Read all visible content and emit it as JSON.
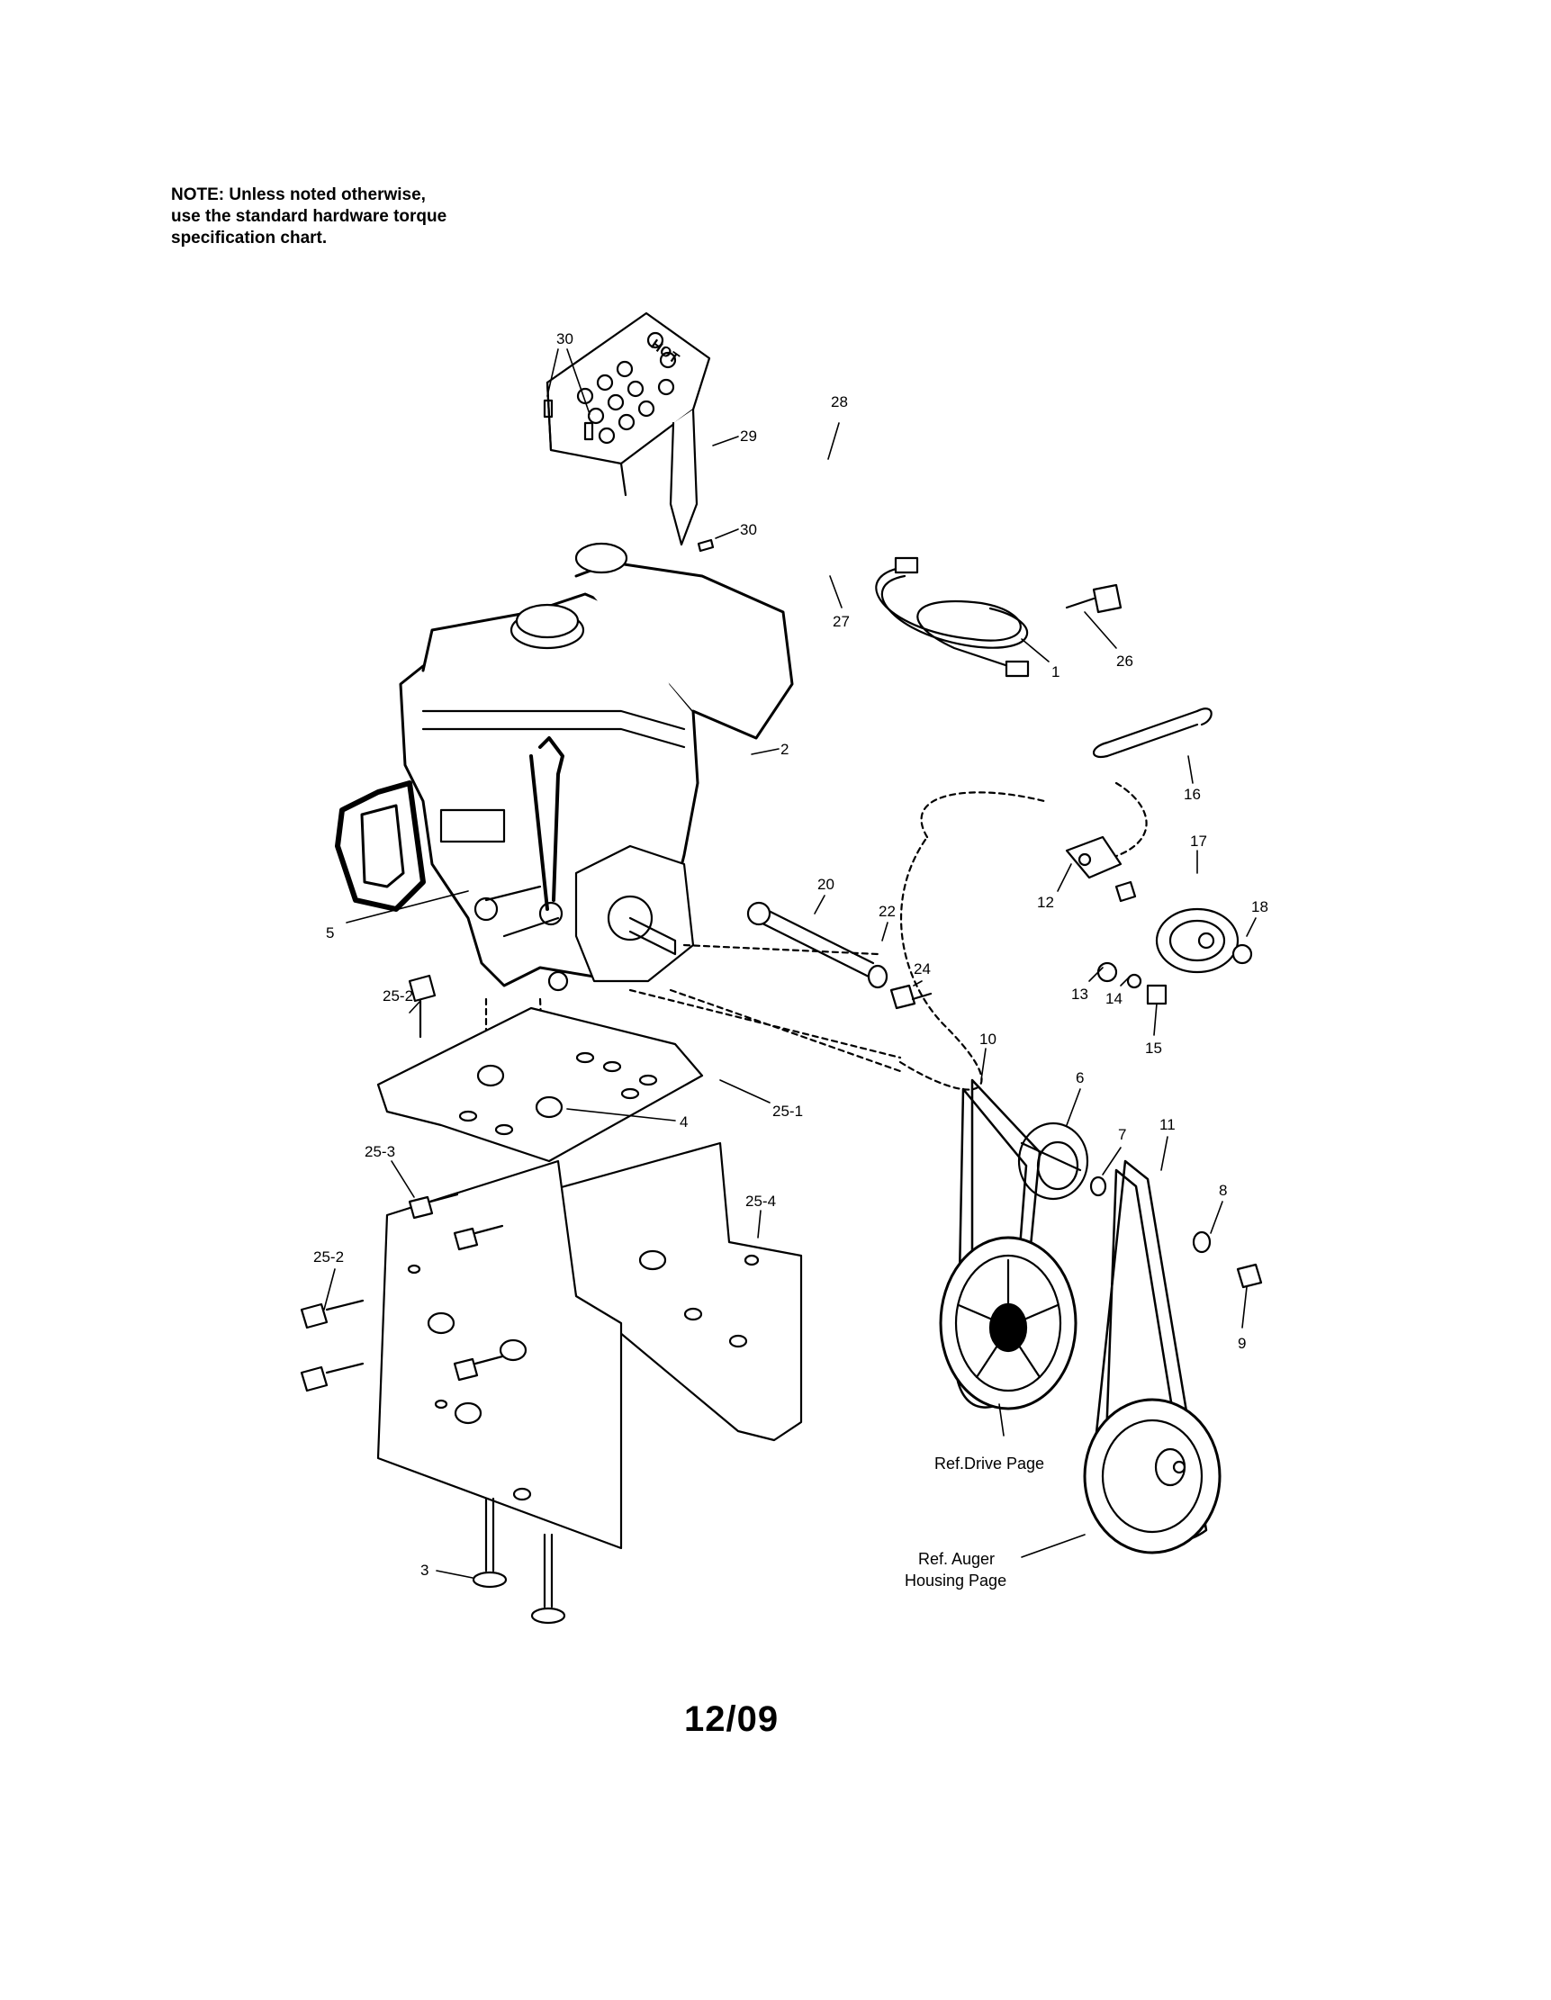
{
  "note": {
    "lines": [
      "NOTE: Unless noted otherwise,",
      "use the standard hardware torque",
      "specification chart."
    ]
  },
  "heat_shield_text": "HOT",
  "callouts": {
    "c1": "1",
    "c2": "2",
    "c3": "3",
    "c4": "4",
    "c5": "5",
    "c6": "6",
    "c7": "7",
    "c8": "8",
    "c9": "9",
    "c10": "10",
    "c11": "11",
    "c12": "12",
    "c13": "13",
    "c14": "14",
    "c15": "15",
    "c16": "16",
    "c17": "17",
    "c18": "18",
    "c20": "20",
    "c22": "22",
    "c24": "24",
    "c25_1": "25-1",
    "c25_2": "25-2",
    "c25_3": "25-3",
    "c25_4": "25-4",
    "c26": "26",
    "c27": "27",
    "c28": "28",
    "c29": "29",
    "c30": "30"
  },
  "refs": {
    "drive": "Ref.Drive Page",
    "auger_line1": "Ref. Auger",
    "auger_line2": "Housing Page"
  },
  "page_number": "12/09"
}
